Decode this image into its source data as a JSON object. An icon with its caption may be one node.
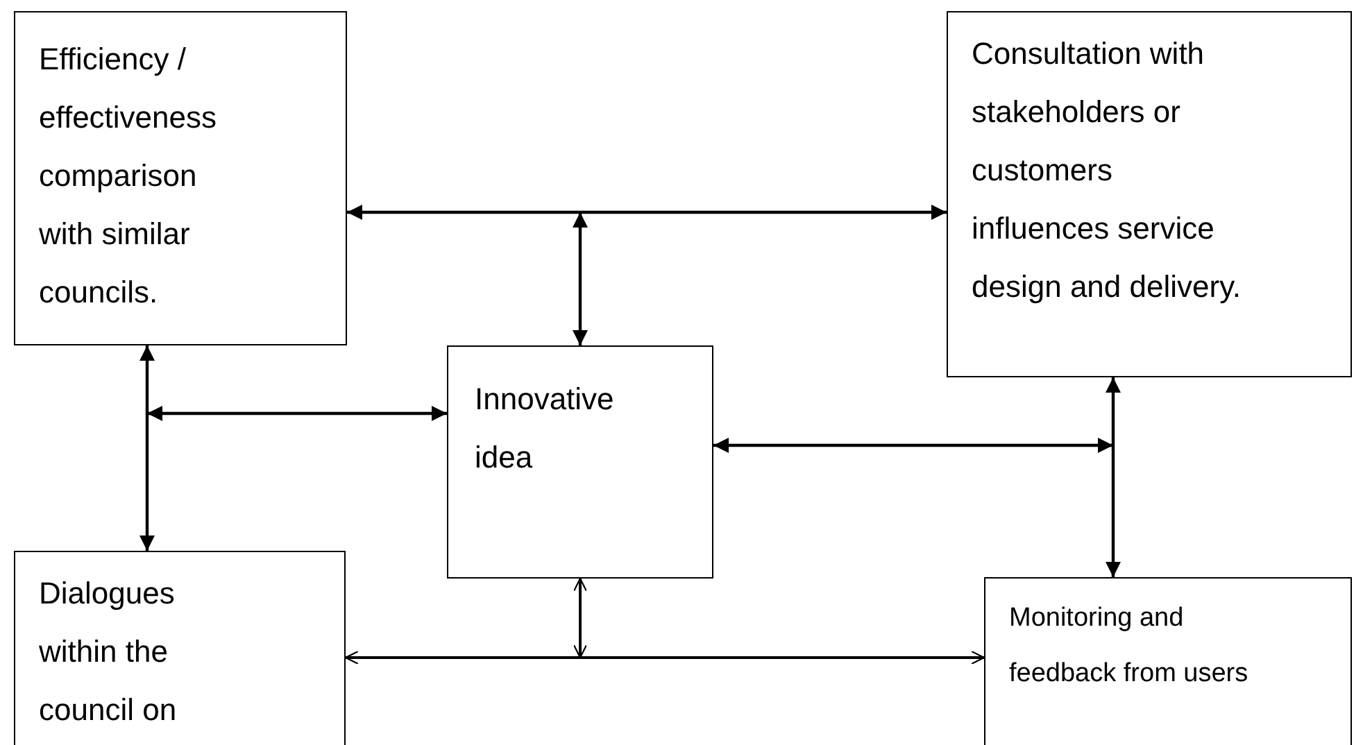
{
  "diagram": {
    "nodes": [
      {
        "text": [
          "Efficiency / effectiveness comparison with similar councils."
        ]
      },
      {
        "text": [
          "Consultation with stakeholders or customers influences service design and delivery."
        ]
      },
      {
        "text": [
          "Innovative idea"
        ]
      },
      {
        "text": [
          "Dialogues within the council on"
        ]
      },
      {
        "text": [
          "Monitoring and feedback from users"
        ]
      }
    ],
    "edges": [
      {
        "from": 0,
        "to": 1,
        "arrow": "both"
      },
      {
        "from": null,
        "to": 2,
        "arrow": "both"
      },
      {
        "from": 0,
        "to": 3,
        "arrow": "both"
      },
      {
        "from": null,
        "to": 2,
        "arrow": "both"
      },
      {
        "from": 1,
        "to": 4,
        "arrow": "both"
      },
      {
        "from": 2,
        "to": null,
        "arrow": "both"
      },
      {
        "from": 3,
        "to": 4,
        "arrow": "both"
      },
      {
        "from": null,
        "to": 2,
        "arrow": "both"
      }
    ]
  }
}
